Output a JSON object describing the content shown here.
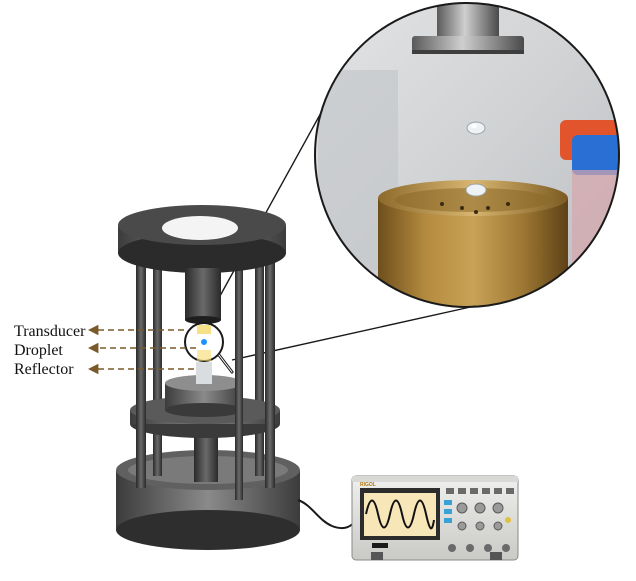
{
  "labels": {
    "transducer": "Transducer",
    "droplet": "Droplet",
    "reflector": "Reflector"
  },
  "oscilloscope": {
    "brand": "RIGOL"
  },
  "icons": {
    "magnifier": "magnifier-icon"
  },
  "colors": {
    "arrow": "#7a5a2a",
    "rod": "#4a4a4a",
    "platform_top": "#2f2f2f",
    "brass": "#a8823c",
    "oscilloscope_screen": "#f6e6b8",
    "waveform": "#111111",
    "droplet_dot": "#1e90ff"
  }
}
